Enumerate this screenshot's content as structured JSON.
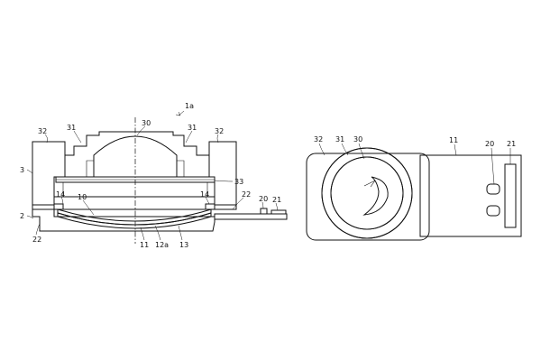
{
  "figure": {
    "left_view": {
      "assembly_label": "1a",
      "labels": {
        "l32a": "32",
        "l31a": "31",
        "l30": "30",
        "l31b": "31",
        "l32b": "32",
        "l3": "3",
        "l33": "33",
        "l22a": "22",
        "l14a": "14",
        "l10": "10",
        "l14b": "14",
        "l20": "20",
        "l21": "21",
        "l2": "2",
        "l22b": "22",
        "l11": "11",
        "l12a": "12a",
        "l13": "13"
      }
    },
    "right_view": {
      "labels": {
        "l32": "32",
        "l31": "31",
        "l30": "30",
        "l11": "11",
        "l20": "20",
        "l21": "21"
      }
    }
  }
}
